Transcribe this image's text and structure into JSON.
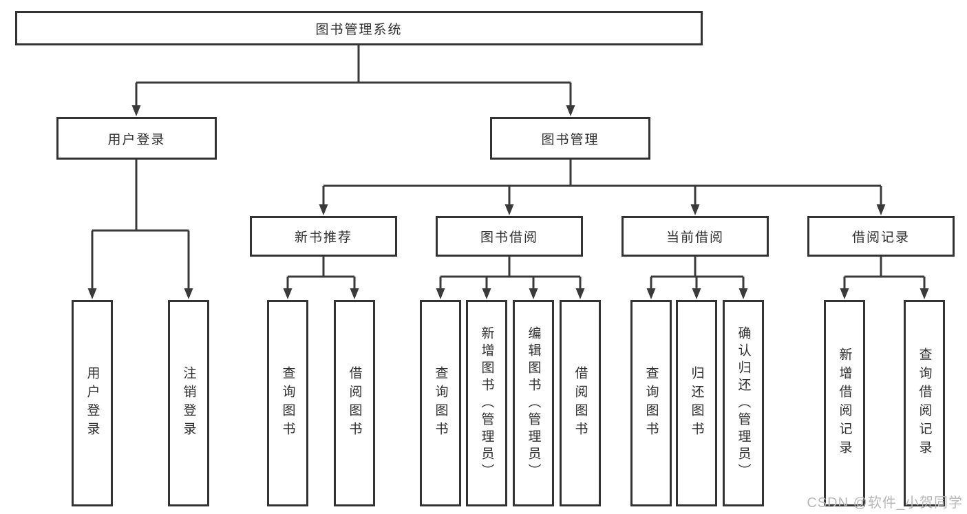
{
  "nodes": {
    "root": {
      "label": "图书管理系统"
    },
    "user_login": {
      "label": "用户登录"
    },
    "book_mgmt": {
      "label": "图书管理"
    },
    "new_book_recommend": {
      "label": "新书推荐"
    },
    "book_borrow": {
      "label": "图书借阅"
    },
    "current_borrow": {
      "label": "当前借阅"
    },
    "borrow_records": {
      "label": "借阅记录"
    },
    "leaf_user_login": {
      "label": "用户登录"
    },
    "leaf_logout": {
      "label": "注销登录"
    },
    "leaf_rec_query_books": {
      "label": "查询图书"
    },
    "leaf_rec_borrow_books": {
      "label": "借阅图书"
    },
    "leaf_bb_query_books": {
      "label": "查询图书"
    },
    "leaf_bb_add_books_admin": {
      "label": "新增图书（管理员）"
    },
    "leaf_bb_edit_books_admin": {
      "label": "编辑图书（管理员）"
    },
    "leaf_bb_borrow_books": {
      "label": "借阅图书"
    },
    "leaf_cb_query_books": {
      "label": "查询图书"
    },
    "leaf_cb_return_books": {
      "label": "归还图书"
    },
    "leaf_cb_confirm_return_admin": {
      "label": "确认归还（管理员）"
    },
    "leaf_br_add_record": {
      "label": "新增借阅记录"
    },
    "leaf_br_query_record": {
      "label": "查询借阅记录"
    }
  },
  "watermark": {
    "text": "CSDN @软件_小贺同学",
    "color": "#b8b8b8"
  },
  "colors": {
    "line": "#3a3a3a",
    "border": "#333333",
    "text": "#2e2e2e",
    "bg": "#ffffff"
  }
}
